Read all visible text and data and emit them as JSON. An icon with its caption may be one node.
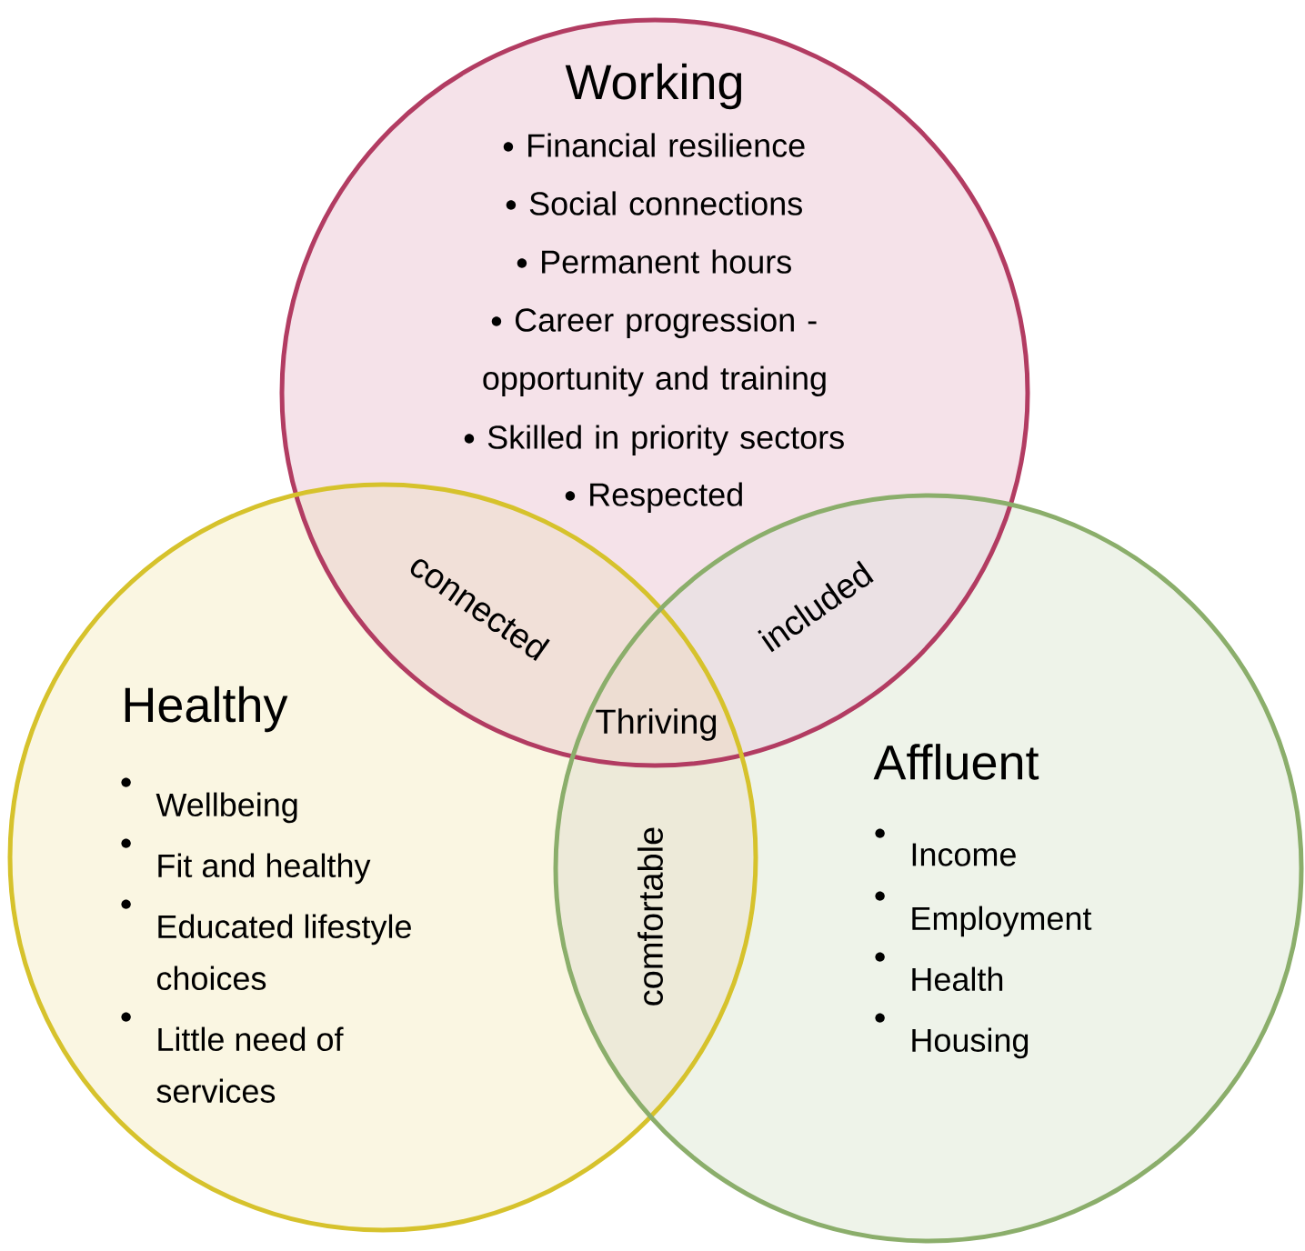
{
  "diagram": {
    "nodes": [
      {
        "text": [
          "Working",
          "Financial resilience",
          "Social connections",
          "Permanent hours",
          "Career progression - opportunity and training",
          "Skilled in priority sectors",
          "Respected"
        ]
      },
      {
        "text": [
          "Healthy",
          "Wellbeing",
          "Fit and healthy",
          "Educated lifestyle choices",
          "Little need of services"
        ]
      },
      {
        "text": [
          "Affluent",
          "Income",
          "Employment",
          "Health",
          "Housing"
        ]
      }
    ],
    "labels": [
      "connected",
      "included",
      "Thriving",
      "comfortable"
    ]
  }
}
